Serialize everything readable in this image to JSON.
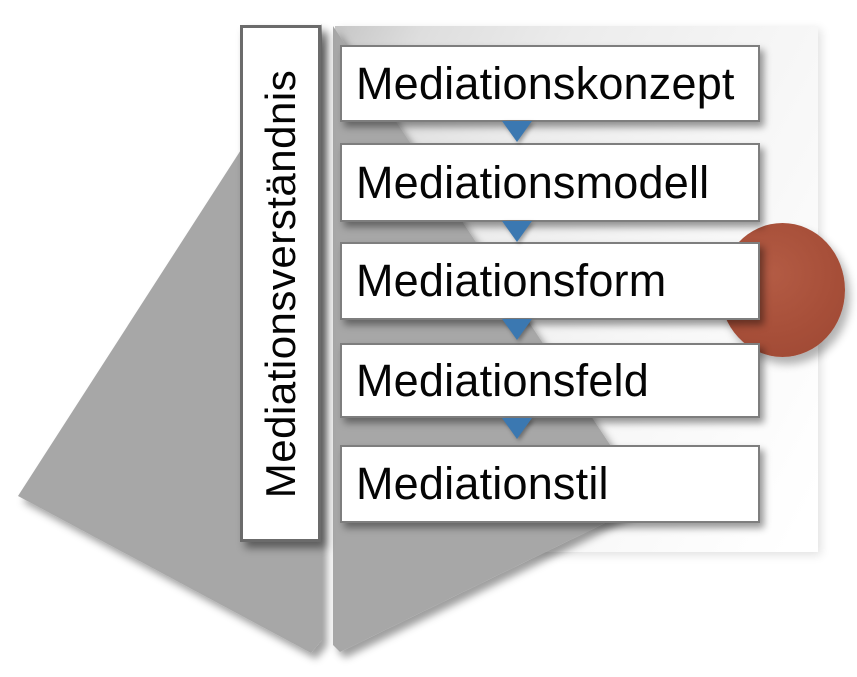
{
  "diagram": {
    "title_vertical_label": "Mediationsverständnis",
    "levels": [
      {
        "label": "Mediationskonzept"
      },
      {
        "label": "Mediationsmodell"
      },
      {
        "label": "Mediationsform"
      },
      {
        "label": "Mediationsfeld"
      },
      {
        "label": "Mediationstil"
      }
    ],
    "flow_direction": "top-to-bottom",
    "highlighted_level": "Mediationsform"
  },
  "colors": {
    "funnel_gray": "#a7a7a7",
    "arrow_blue": "#3b78b1",
    "circle_red": "#a74f39",
    "box_border": "#7e7e7e"
  }
}
